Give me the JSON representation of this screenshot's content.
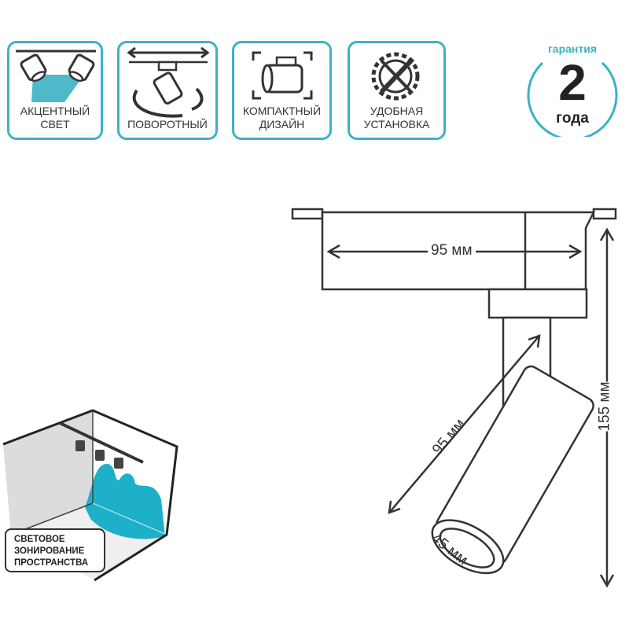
{
  "features": [
    {
      "icon": "accent-light-icon",
      "label_lines": [
        "АКЦЕНТНЫЙ",
        "СВЕТ"
      ]
    },
    {
      "icon": "rotate-icon",
      "label_lines": [
        "ПОВОРОТНЫЙ"
      ]
    },
    {
      "icon": "compact-design-icon",
      "label_lines": [
        "КОМПАКТНЫЙ",
        "ДИЗАЙН"
      ]
    },
    {
      "icon": "easy-install-icon",
      "label_lines": [
        "УДОБНАЯ",
        "УСТАНОВКА"
      ]
    }
  ],
  "warranty": {
    "top": "гарантия",
    "number": "2",
    "unit": "года"
  },
  "dimensions": {
    "width": "95 мм",
    "length": "95 мм",
    "height": "155 мм",
    "diameter": "45 мм"
  },
  "room": {
    "label_lines": [
      "СВЕТОВОЕ",
      "ЗОНИРОВАНИЕ",
      "ПРОСТРАНСТВА"
    ]
  },
  "colors": {
    "accent": "#3bb3c3",
    "line": "#333333"
  }
}
